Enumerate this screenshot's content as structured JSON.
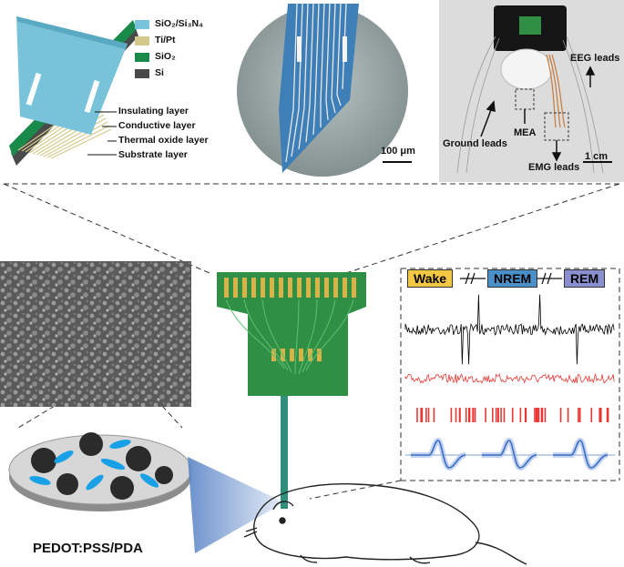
{
  "colors": {
    "sio2_si3n4": "#79c3da",
    "ti_pt": "#d4c98a",
    "sio2": "#1a8a4a",
    "si": "#4a4a4a",
    "pcb_green": "#2f8f45",
    "pcb_gold": "#d9b24a",
    "wake": "#f2c744",
    "nrem": "#4a90c8",
    "rem": "#8a8fd0",
    "trace_black": "#000000",
    "trace_red": "#e53935",
    "spike_raster": "#e53935",
    "waveform": "#3a6fc4"
  },
  "legend": {
    "items": [
      {
        "label": "SiO₂/Si₃N₄",
        "color": "#79c3da"
      },
      {
        "label": "Ti/Pt",
        "color": "#d4c98a"
      },
      {
        "label": "SiO₂",
        "color": "#1a8a4a"
      },
      {
        "label": "Si",
        "color": "#4a4a4a"
      }
    ]
  },
  "layers": {
    "insulating": "Insulating layer",
    "conductive": "Conductive layer",
    "thermal": "Thermal oxide layer",
    "substrate": "Substrate layer"
  },
  "micrograph": {
    "scale_bar": "100 μm"
  },
  "photo": {
    "eeg": "EEG leads",
    "mea": "MEA",
    "ground": "Ground leads",
    "emg": "EMG leads",
    "scale_bar": "1 cm"
  },
  "material": {
    "label": "PEDOT:PSS/PDA"
  },
  "states": {
    "wake": "Wake",
    "nrem": "NREM",
    "rem": "REM"
  },
  "raster_count": 46,
  "waveform_count": 3
}
